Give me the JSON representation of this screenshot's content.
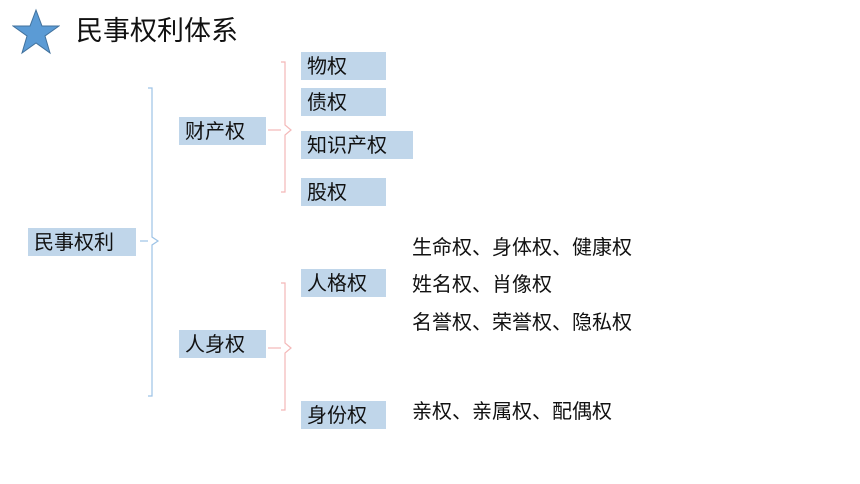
{
  "header": {
    "icon": "star-icon",
    "title": "民事权利体系"
  },
  "colors": {
    "box_fill": "#c0d6ea",
    "star_fill": "#5b9bd5",
    "brace_blue": "#9dc3e6",
    "brace_red": "#f4b8b8"
  },
  "diagram": {
    "root": "民事权利",
    "branches": [
      {
        "label": "财产权",
        "children": [
          "物权",
          "债权",
          "知识产权",
          "股权"
        ]
      },
      {
        "label": "人身权",
        "children": [
          {
            "label": "人格权",
            "details": [
              "生命权、身体权、健康权",
              "姓名权、肖像权",
              "名誉权、荣誉权、隐私权"
            ]
          },
          {
            "label": "身份权",
            "details": [
              "亲权、亲属权、配偶权"
            ]
          }
        ]
      }
    ]
  }
}
